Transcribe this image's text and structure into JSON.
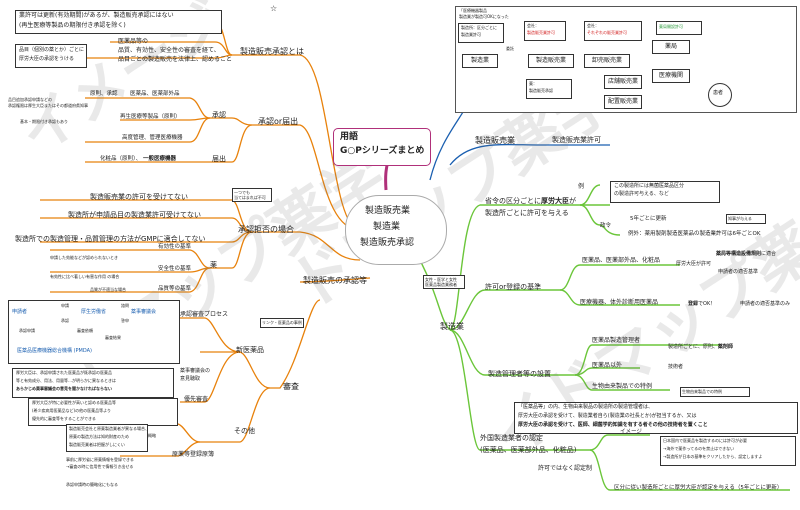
{
  "watermark": [
    "イメージ",
    "ドマップ薬学",
    "ドマップ薬学",
    "イドマップ薬学"
  ],
  "center": {
    "title_line1": "用語",
    "title_line2": "G○Pシリーズまとめ",
    "main_line1": "製造販売業",
    "main_line2": "製造業",
    "main_line3": "製造販売承認",
    "small_note": "女性・医学と女性\n医薬品製造業務者"
  },
  "left": {
    "approval_title": "製造販売承認とは",
    "approval_star": "☆",
    "approval_note1_l1": "業許可は更新(有効期間)があるが、製造販売承認にはない",
    "approval_note1_l2": "(再生医療等製品の期限付き承認を除く)",
    "approval_note2_l1": "品目（個別の薬とか）ごとに",
    "approval_note2_l2": "厚労大臣の承認をうける",
    "approval_desc_l1": "医薬品等の",
    "approval_desc_l2": "品質、有効性、安全性の審査を経て、",
    "approval_desc_l3": "品目ごとの製造販売を法律上、認めること",
    "shonin_or_todoke": "承認or届出",
    "shonin": "承認",
    "todoke": "届出",
    "tiny_top_l1": "品目追加承認申請などの",
    "tiny_top_l2": "承認権限は厚生大臣またはその都道府県知事",
    "tiny_mid": "基本・期限付き承認もあり",
    "s_item1": "原則、承認",
    "s_item1b": "医薬品、医薬部外品",
    "s_item2": "再生医療等製品（原則）",
    "s_item3": "高度管理、管理医療機器",
    "t_item1": "化粧品（原則）、",
    "t_item1b": "一般医療機器",
    "refuse_title": "承認拒否の場合",
    "refuse_note": "一つでも\n当てはまれば不可",
    "refuse1": "製造販売業の許可を受けてない",
    "refuse2": "製造所が申請品目の製造業許可受けてない",
    "refuse3": "製造所での製造管理・品質管理の方法がGMPに適合してない",
    "drug": "薬",
    "eff_desc": "申請した効能などが認められないとき",
    "eff": "有効性の基準",
    "safe_desc": "有効性に比べ著しい有害な作用 の場合",
    "safe": "安全性の基準",
    "qual_desc": "品質が不適当な場合",
    "qual": "品質等の基準",
    "approval_branch": "製造販売の承認等",
    "review": "審査",
    "new_drug": "新医薬品",
    "review_process": "承認審査プロセス",
    "pmda_applicant": "申請者",
    "pmda_mhlw": "厚生労働省",
    "pmda_council": "薬事審議会",
    "pmda_arrow1": "申請",
    "pmda_arrow2": "承認",
    "pmda_arrow3": "諮問",
    "pmda_arrow4": "答申",
    "pmda_req1": "承認申請",
    "pmda_req2": "審査依頼",
    "pmda_result": "審査結果",
    "pmda_label": "医薬品医療機器総合機構 (PMDA)",
    "council_note1": "薬事審議会の",
    "council_note2": "意見聴取",
    "council_box_l1": "厚労大臣は、承認申請された医薬品が既承認の医薬品",
    "council_box_l2": "等と有効成分、用法、用量等…が明らかに異なるときは",
    "council_box_l3": "あらかじめ薬事審議会の意見を聞かなければならない",
    "priority": "優先審査",
    "priority_box_l1": "厚労大臣が特に必要性が高いと認める医薬品等",
    "priority_box_l2": "(希少疾病用医薬品など)の他の医薬品等より",
    "priority_box_l3": "優先的に審査等をすることができる",
    "other": "その他",
    "generic_review": "原薬等登録原簿",
    "generic_note": "概略",
    "generic_box1_l1": "製造販売会社と原薬製造業者が異なる場合、",
    "generic_box1_l2": "原薬の製造方法は知的財産のため",
    "generic_box1_l3": "製造販売業者は把握がしにくい",
    "generic_box2_l1": "事前に厚労省に原薬情報を登録できる",
    "generic_box2_l2": "→審査の時に信用性で情報引き出せる",
    "generic_box3": "承認申請時の簡略化にもなる",
    "link_note": "リンク・医薬品の事例"
  },
  "right": {
    "diagram_title_l1": "「医療機器製品",
    "diagram_title_l2": "製造業が製造可OKになった",
    "diag_manufacturer_l1": "製造所：区分ごとに",
    "diag_manufacturer_l2": "製造業許可",
    "diag_mah_l1": "会社：",
    "diag_mah_l2": "製造販売業許可",
    "diag_whole_l1": "会社：",
    "diag_whole_l2": "それぞれの販売業許可",
    "diag_pharm_l1": "薬局開設許可",
    "diag_node_mfr": "製造業",
    "diag_node_mah": "製造販売業",
    "diag_node_whole": "卸売販売業",
    "diag_node_pharmacy": "薬局",
    "diag_node_clinic": "医療機関",
    "diag_node_store": "店舗販売業",
    "diag_node_dist": "配置販売業",
    "diag_node_patient": "患者",
    "diag_ship": "委託",
    "diag_approval_l1": "薬：",
    "diag_approval_l2": "製造販売承認",
    "mah_title": "製造販売業",
    "mah_license": "製造販売業許可",
    "mfg_title": "製造業",
    "mfg_desc_l1": "省令の区分ごとに",
    "mfg_desc_bold": "厚労大臣",
    "mfg_desc_l1b": "が",
    "mfg_desc_l2": "製造所ごとに許可を与える",
    "example": "例",
    "ex_box_l1": "この製造所には無菌医薬品区分",
    "ex_box_l2": "の製造許可与える、など",
    "renew": "5年ごとに更新",
    "renew_note": "知事が与える",
    "policy": "政令",
    "exception": "例外：薬用製剤製造医薬品の製造業許可は6年ごとOK",
    "license_std": "許可or登録の基準",
    "std1": "医薬品、医薬部外品、化粧品",
    "std1_auth": "厚労大臣が許可",
    "std1_r1": "薬局等構造設備規則",
    "std1_r1b": "に適合",
    "std1_r2": "申請者の適否基準",
    "std2": "医療機器、体外診断用医薬品",
    "std2_reg": "登録",
    "std2_ok": "でOK！",
    "std2_r": "申請者の適否基準のみ",
    "manager": "製造管理者等の設置",
    "m1": "医薬品製造管理者",
    "m1_r": "製造所ごとに、原則、",
    "m1_rb": "薬剤師",
    "m2": "医薬品以外",
    "m2_r": "技術者",
    "m3": "生物由来製品での特例",
    "m3_note": "生物由来製品での特例",
    "m3_box_l1": "「医薬品等」の内、生物由来製品の製造所の製造管理者は、",
    "m3_box_l2": "厚労大臣の承認を受けて、製造業者自ら(製造業の社長とか)が担当するか、又は",
    "m3_box_l3": "厚労大臣の承認を受けて、医師、細菌学的知識を有する者その他の技術者を置くこと",
    "foreign": "外国製造業者の認定",
    "foreign_sub": "(医薬品、医薬部外品、化粧品)",
    "foreign_cert": "許可ではなく認定制",
    "image_label": "イメージ",
    "img_box_l1": "日本国内で医薬品を製造するのには許可が必要",
    "img_box_l2": "→海外で薬作ってるのを禁止はできない",
    "img_box_l3": "→製造所が日本の基準をクリアしたから、認定しますよ",
    "foreign_last": "区分に従い製造所ごとに厚労大臣が認定を与える（5年ごとに更新）"
  }
}
